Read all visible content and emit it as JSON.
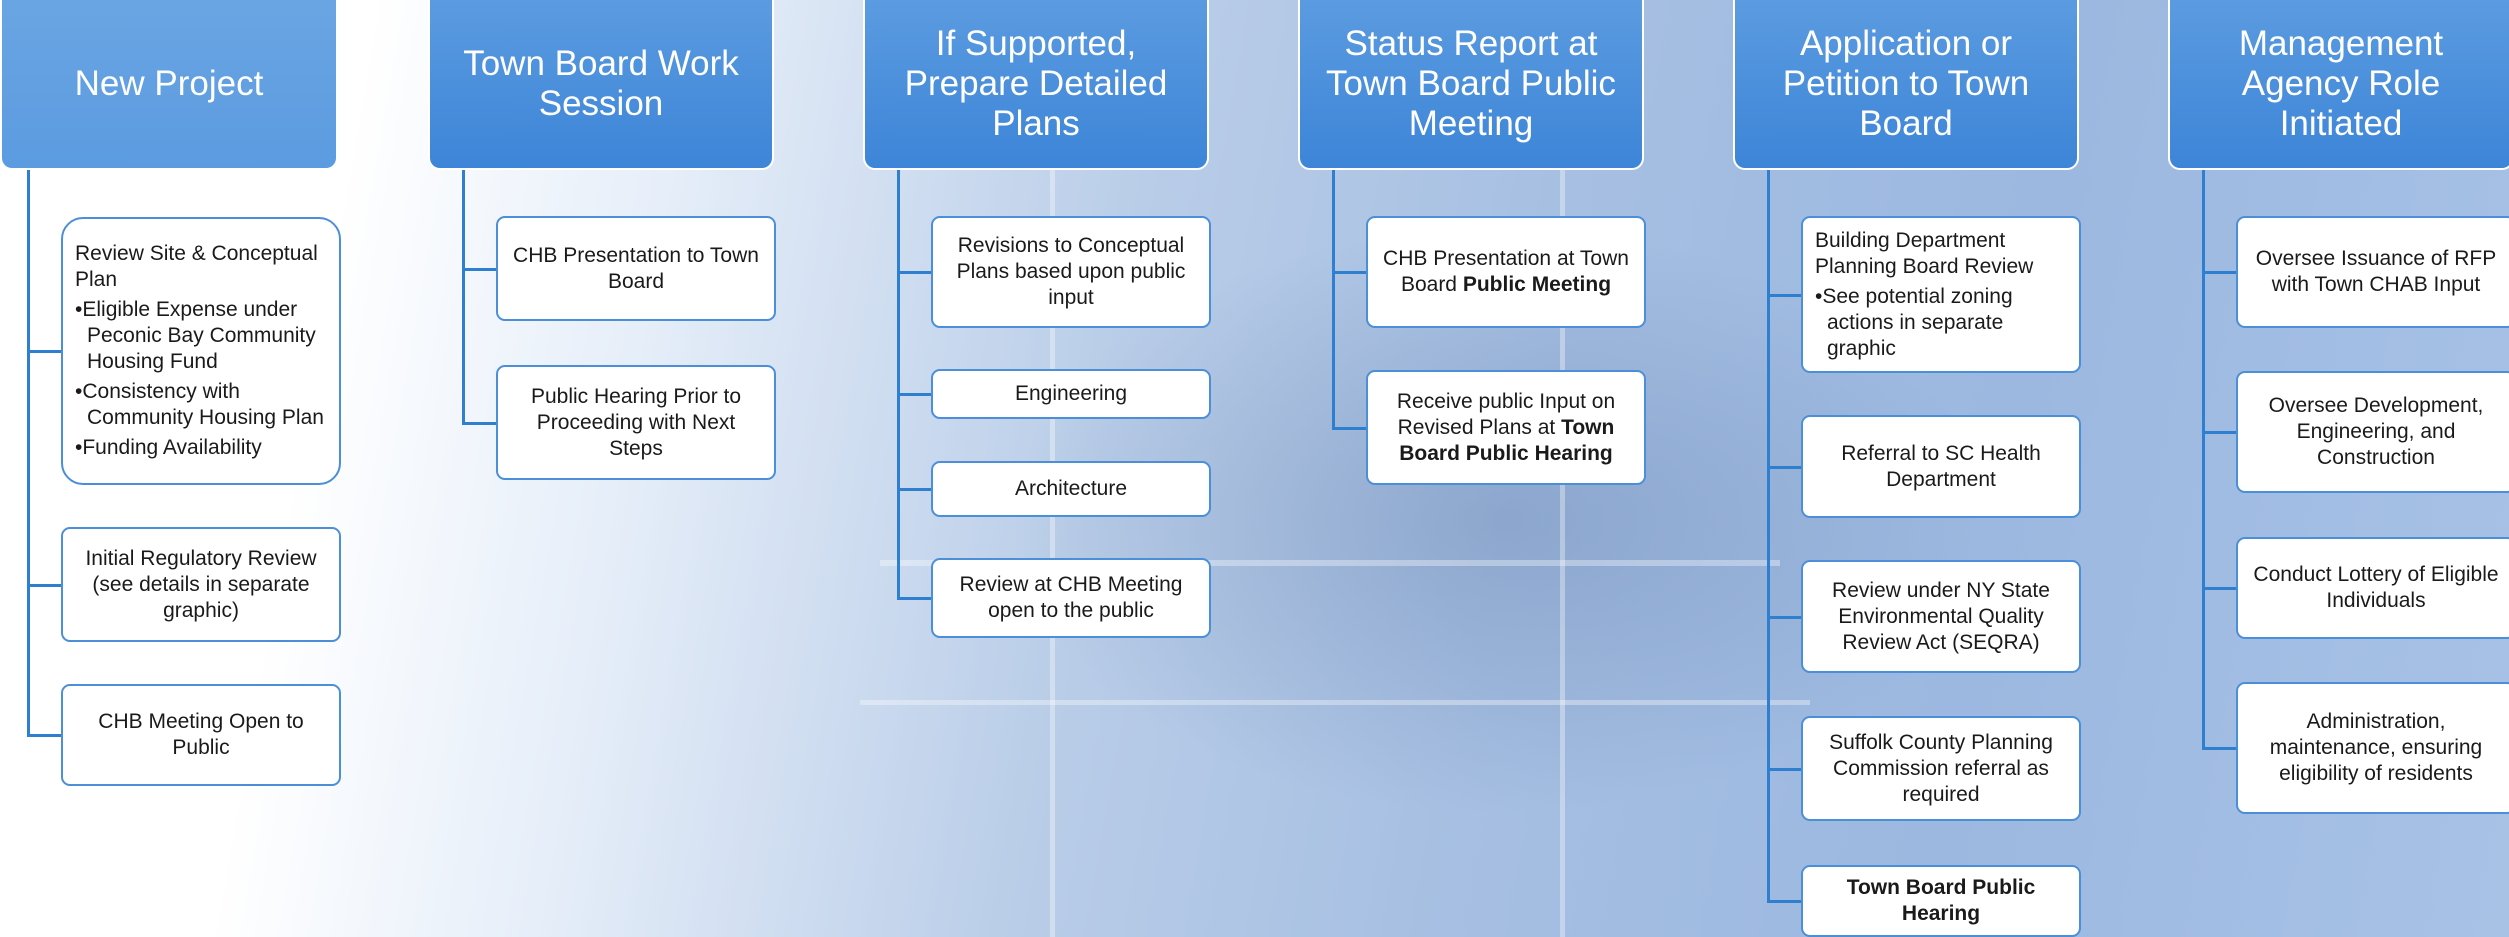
{
  "columns": [
    {
      "title": "New Project",
      "boxes": [
        {
          "lines": [
            "Review Site & Conceptual Plan"
          ],
          "bullets": [
            "•Eligible Expense under Peconic Bay Community Housing Fund",
            "•Consistency with Community Housing Plan",
            "•Funding Availability"
          ]
        },
        {
          "text": "Initial Regulatory Review (see details in separate graphic)"
        },
        {
          "text": "CHB Meeting Open to Public"
        }
      ]
    },
    {
      "title": "Town Board Work Session",
      "boxes": [
        {
          "text": "CHB Presentation to Town Board"
        },
        {
          "text": "Public Hearing Prior to Proceeding with Next Steps"
        }
      ]
    },
    {
      "title": "If Supported, Prepare Detailed Plans",
      "boxes": [
        {
          "text": "Revisions to Conceptual Plans based upon public input"
        },
        {
          "text": "Engineering"
        },
        {
          "text": "Architecture"
        },
        {
          "text": "Review at CHB Meeting open to the public"
        }
      ]
    },
    {
      "title": "Status Report at Town Board Public Meeting",
      "boxes": [
        {
          "text": "CHB Presentation at Town Board",
          "bold": "Public Meeting"
        },
        {
          "text": "Receive public Input on Revised Plans at",
          "bold": "Town Board Public Hearing"
        }
      ]
    },
    {
      "title": "Application or Petition to Town Board",
      "boxes": [
        {
          "lines": [
            "Building Department",
            "Planning Board Review"
          ],
          "bullets": [
            "•See potential zoning actions in separate graphic"
          ]
        },
        {
          "text": "Referral to SC Health Department"
        },
        {
          "text": "Review under NY State Environmental Quality Review Act (SEQRA)"
        },
        {
          "text": "Suffolk County Planning Commission referral as required"
        },
        {
          "text": "",
          "bold": "Town Board Public Hearing"
        }
      ]
    },
    {
      "title": "Management Agency Role Initiated",
      "boxes": [
        {
          "text": "Oversee Issuance of RFP with Town CHAB Input"
        },
        {
          "text": "Oversee Development, Engineering, and Construction"
        },
        {
          "text": "Conduct Lottery of Eligible Individuals"
        },
        {
          "text": "Administration, maintenance, ensuring eligibility of residents"
        }
      ]
    }
  ],
  "colors": {
    "header": "#3d85d8",
    "connector": "#2f7fd0",
    "box_border": "#4b8fd8"
  }
}
